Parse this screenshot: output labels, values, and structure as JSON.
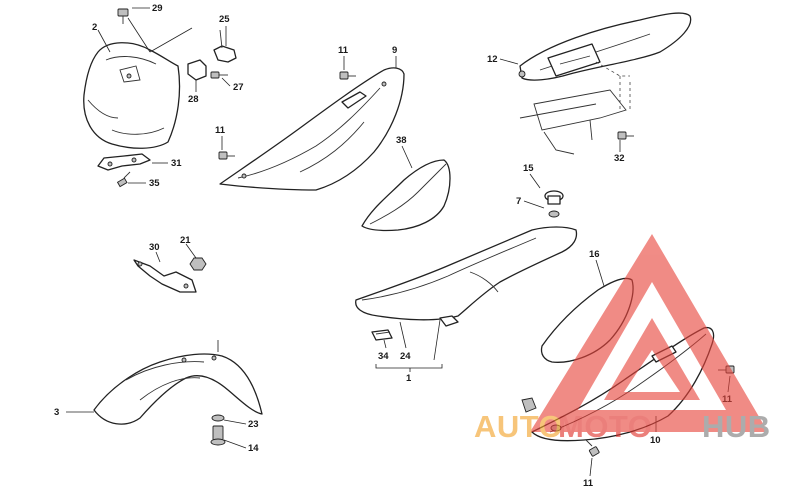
{
  "labels": {
    "l1": "1",
    "l2": "2",
    "l3": "3",
    "l7": "7",
    "l9": "9",
    "l10": "10",
    "l11a": "11",
    "l11b": "11",
    "l11c": "11",
    "l11d": "11",
    "l12": "12",
    "l14": "14",
    "l15": "15",
    "l16": "16",
    "l21": "21",
    "l23": "23",
    "l24": "24",
    "l25": "25",
    "l27": "27",
    "l28": "28",
    "l29": "29",
    "l30": "30",
    "l31": "31",
    "l32": "32",
    "l34": "34",
    "l35": "35",
    "l38": "38"
  },
  "watermark": {
    "word_auto": "AUTO",
    "word_moto": "MOTO",
    "word_hub": "HUB",
    "colors": {
      "auto": "#f3a32a",
      "moto": "#e0322b",
      "hub": "#7a7a7a",
      "triangle": "#e8453c"
    }
  }
}
